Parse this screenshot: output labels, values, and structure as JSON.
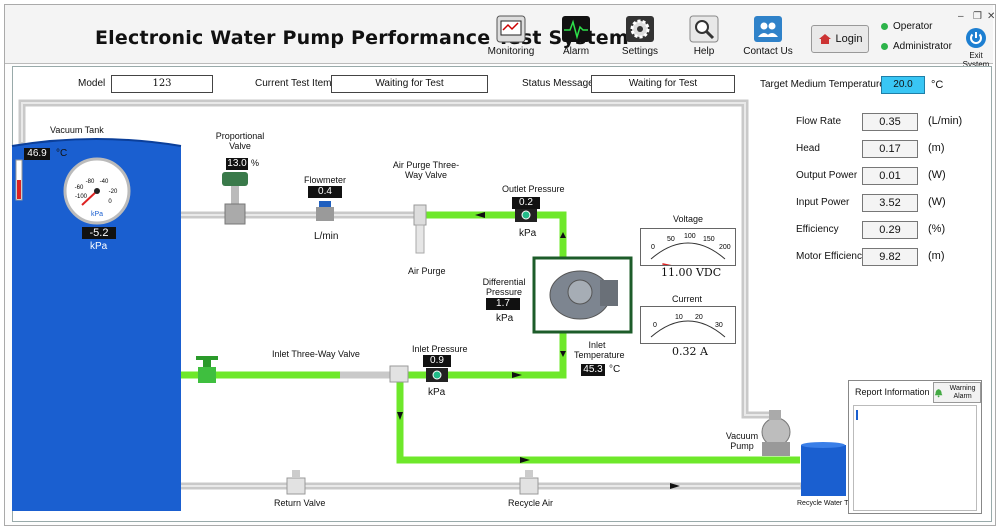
{
  "header": {
    "title": "Electronic Water Pump Performance Test System",
    "tools": [
      {
        "label": "Monitoring",
        "icon": "monitoring-icon"
      },
      {
        "label": "Alarm",
        "icon": "alarm-icon"
      },
      {
        "label": "Settings",
        "icon": "settings-icon"
      },
      {
        "label": "Help",
        "icon": "help-icon"
      },
      {
        "label": "Contact Us",
        "icon": "contact-icon"
      }
    ],
    "login_label": "Login",
    "roles": [
      "Operator",
      "Administrator"
    ],
    "exit_label": "Exit System"
  },
  "status_bar": {
    "model_label": "Model",
    "model_value": "123",
    "test_item_label": "Current Test Item",
    "test_item_value": "Waiting for Test",
    "status_label": "Status Message",
    "status_value": "Waiting for Test",
    "target_temp_label": "Target Medium Temperature",
    "target_temp_value": "20.0",
    "target_temp_unit": "°C"
  },
  "params": [
    {
      "label": "Flow Rate",
      "value": "0.35",
      "unit": "(L/min)"
    },
    {
      "label": "Head",
      "value": "0.17",
      "unit": "(m)"
    },
    {
      "label": "Output Power",
      "value": "0.01",
      "unit": "(W)"
    },
    {
      "label": "Input Power",
      "value": "3.52",
      "unit": "(W)"
    },
    {
      "label": "Efficiency",
      "value": "0.29",
      "unit": "(%)"
    },
    {
      "label": "Motor Efficiency",
      "value": "9.82",
      "unit": "(m)"
    }
  ],
  "diagram": {
    "vacuum_tank_label": "Vacuum Tank",
    "tank_temp": "46.9",
    "tank_temp_unit": "°C",
    "tank_pressure": "-5.2",
    "tank_pressure_unit": "kPa",
    "gauge_unit": "kPa",
    "gauge_ticks": [
      "-100",
      "-80",
      "-60",
      "-40",
      "-20",
      "0"
    ],
    "prop_valve_label": "Proportional Valve",
    "prop_valve_value": "13.0",
    "prop_valve_unit": "%",
    "flowmeter_label": "Flowmeter",
    "flowmeter_value": "0.4",
    "flowmeter_unit": "L/min",
    "air_purge_valve_label": "Air Purge Three-Way Valve",
    "air_purge_label": "Air Purge",
    "outlet_pressure_label": "Outlet Pressure",
    "outlet_pressure_value": "0.2",
    "outlet_pressure_unit": "kPa",
    "diff_pressure_label": "Differential Pressure",
    "diff_pressure_value": "1.7",
    "diff_pressure_unit": "kPa",
    "inlet_valve_label": "Inlet Three-Way Valve",
    "inlet_pressure_label": "Inlet Pressure",
    "inlet_pressure_value": "0.9",
    "inlet_pressure_unit": "kPa",
    "inlet_temp_label": "Inlet Temperature",
    "inlet_temp_value": "45.3",
    "inlet_temp_unit": "°C",
    "return_valve_label": "Return Valve",
    "recycle_air_label": "Recycle Air",
    "vacuum_pump_label": "Vacuum Pump",
    "recycle_tank_label": "Recycle Water Tank"
  },
  "voltage_meter": {
    "title": "Voltage",
    "ticks": [
      "0",
      "50",
      "100",
      "150",
      "200"
    ],
    "reading": "11.00 VDC",
    "level": 11,
    "max": 200
  },
  "current_meter": {
    "title": "Current",
    "ticks": [
      "0",
      "10",
      "20",
      "30"
    ],
    "reading": "0.32 A",
    "level": 0.32,
    "max": 30
  },
  "report": {
    "title": "Report Information",
    "warning_label": "Warning Alarm"
  },
  "colors": {
    "tank_blue": "#1a5fd0",
    "pipe_green": "#6ee82a",
    "pipe_gray": "#d6d6d6",
    "display_black": "#111111",
    "target_cyan": "#39c6f4"
  }
}
